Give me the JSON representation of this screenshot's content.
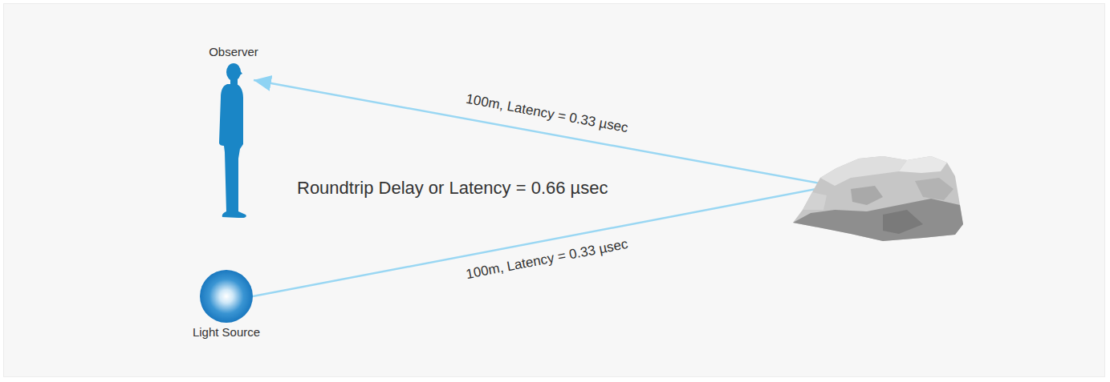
{
  "diagram": {
    "nodes": [
      {
        "text": [
          "Observer"
        ]
      },
      {
        "text": [
          "Light Source"
        ]
      },
      {
        "text": []
      }
    ],
    "edges": [
      {
        "from": 1,
        "to": 2,
        "arrow": "none",
        "label": "100m, Latency = 0.33 µsec"
      },
      {
        "from": 2,
        "to": 0,
        "arrow": "to",
        "label": "100m, Latency = 0.33 µsec"
      }
    ],
    "labels": [
      "Roundtrip Delay or Latency = 0.66 µsec"
    ]
  }
}
